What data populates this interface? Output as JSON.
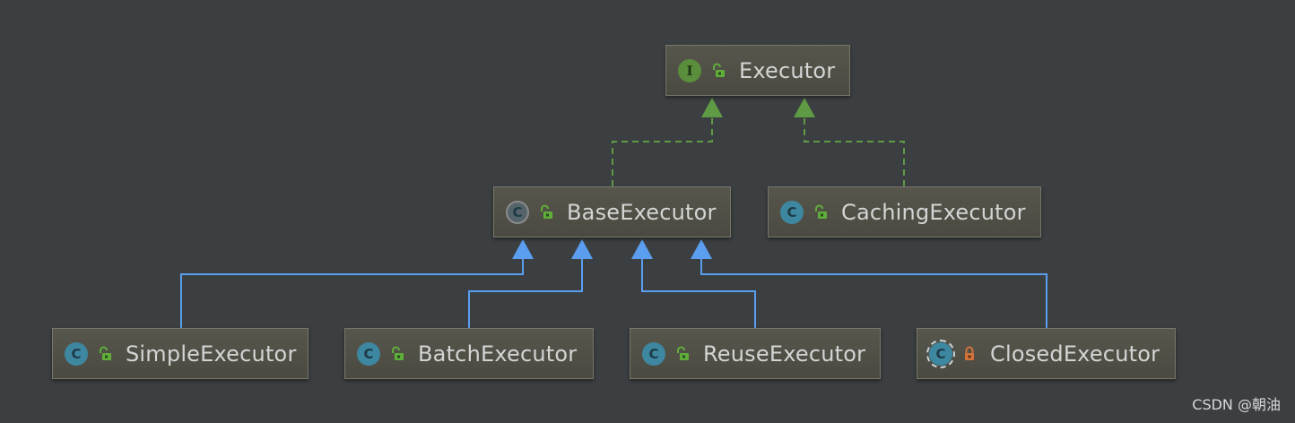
{
  "diagram": {
    "nodes": {
      "executor": {
        "label": "Executor",
        "kind_badge": "I",
        "kind": "interface",
        "visibility": "public"
      },
      "base_executor": {
        "label": "BaseExecutor",
        "kind_badge": "C",
        "kind": "abstract-class",
        "visibility": "public"
      },
      "caching_executor": {
        "label": "CachingExecutor",
        "kind_badge": "C",
        "kind": "class",
        "visibility": "public"
      },
      "simple_executor": {
        "label": "SimpleExecutor",
        "kind_badge": "C",
        "kind": "class",
        "visibility": "public"
      },
      "batch_executor": {
        "label": "BatchExecutor",
        "kind_badge": "C",
        "kind": "class",
        "visibility": "public"
      },
      "reuse_executor": {
        "label": "ReuseExecutor",
        "kind_badge": "C",
        "kind": "class",
        "visibility": "public"
      },
      "closed_executor": {
        "label": "ClosedExecutor",
        "kind_badge": "C",
        "kind": "anonymous-class",
        "visibility": "private"
      }
    },
    "edges": [
      {
        "from": "BaseExecutor",
        "to": "Executor",
        "type": "implements"
      },
      {
        "from": "CachingExecutor",
        "to": "Executor",
        "type": "implements"
      },
      {
        "from": "SimpleExecutor",
        "to": "BaseExecutor",
        "type": "extends"
      },
      {
        "from": "BatchExecutor",
        "to": "BaseExecutor",
        "type": "extends"
      },
      {
        "from": "ReuseExecutor",
        "to": "BaseExecutor",
        "type": "extends"
      },
      {
        "from": "ClosedExecutor",
        "to": "BaseExecutor",
        "type": "extends"
      }
    ]
  },
  "colors": {
    "background": "#3c3f41",
    "implements_edge": "#5f9a44",
    "extends_edge": "#5b9ef0",
    "class_icon": "#3e87a0",
    "interface_icon": "#5a8d3c",
    "public_lock": "#5fae3a",
    "private_lock": "#d2743a"
  },
  "icons": {
    "class": "class-c-circle-icon",
    "interface": "interface-i-circle-icon",
    "public": "unlocked-padlock-icon",
    "private": "locked-padlock-icon"
  },
  "watermark": "CSDN @朝油"
}
